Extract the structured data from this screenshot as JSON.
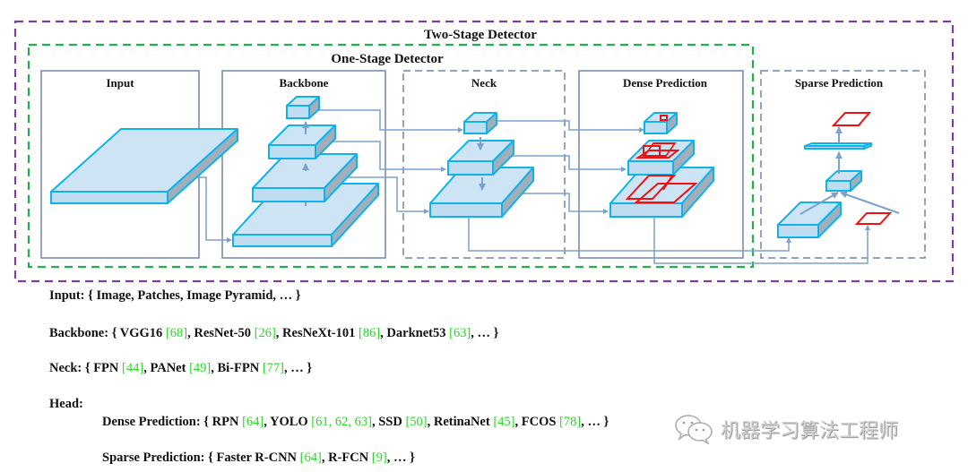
{
  "diagram": {
    "title_two_stage": "Two-Stage Detector",
    "title_one_stage": "One-Stage Detector",
    "panels": [
      {
        "id": "input",
        "label": "Input"
      },
      {
        "id": "backbone",
        "label": "Backbone"
      },
      {
        "id": "neck",
        "label": "Neck"
      },
      {
        "id": "dense",
        "label": "Dense Prediction"
      },
      {
        "id": "sparse",
        "label": "Sparse Prediction"
      }
    ],
    "colors": {
      "two_stage_border": "#7b3fa0",
      "one_stage_border": "#22b04b",
      "panel_border": "#6f86a8",
      "block_fill": "#cce4f4",
      "block_stroke": "#0fb2ea",
      "block_side": "#9fb0bc",
      "connector": "#7ba2cf",
      "box_red": "#ee1111",
      "reference": "#22dd22"
    }
  },
  "legend": {
    "lines": [
      {
        "id": "input",
        "prefix": "Input: { ",
        "items": [
          {
            "name": "Image",
            "ref": ""
          },
          {
            "name": "Patches",
            "ref": ""
          },
          {
            "name": "Image Pyramid",
            "ref": ""
          }
        ],
        "suffix": ", … }"
      },
      {
        "id": "backbone",
        "prefix": "Backbone: { ",
        "items": [
          {
            "name": "VGG16",
            "ref": "[68]"
          },
          {
            "name": "ResNet-50",
            "ref": "[26]"
          },
          {
            "name": "ResNeXt-101",
            "ref": "[86]"
          },
          {
            "name": "Darknet53",
            "ref": "[63]"
          }
        ],
        "suffix": ", … }"
      },
      {
        "id": "neck",
        "prefix": "Neck: { ",
        "items": [
          {
            "name": "FPN",
            "ref": "[44]"
          },
          {
            "name": "PANet",
            "ref": "[49]"
          },
          {
            "name": "Bi-FPN",
            "ref": "[77]"
          }
        ],
        "suffix": ", … }"
      },
      {
        "id": "head",
        "prefix": "Head:",
        "items": [],
        "suffix": ""
      },
      {
        "id": "dense",
        "prefix": "Dense Prediction: { ",
        "items": [
          {
            "name": "RPN",
            "ref": "[64]"
          },
          {
            "name": "YOLO",
            "ref": "[61, 62, 63]"
          },
          {
            "name": "SSD",
            "ref": "[50]"
          },
          {
            "name": "RetinaNet",
            "ref": "[45]"
          },
          {
            "name": "FCOS",
            "ref": "[78]"
          }
        ],
        "suffix": ", … }"
      },
      {
        "id": "sparse",
        "prefix": "Sparse Prediction: { ",
        "items": [
          {
            "name": "Faster R-CNN",
            "ref": "[64]"
          },
          {
            "name": " R-FCN",
            "ref": "[9]"
          }
        ],
        "suffix": ", … }"
      }
    ]
  },
  "watermark": {
    "icon": "wechat-icon",
    "text": "机器学习算法工程师"
  }
}
